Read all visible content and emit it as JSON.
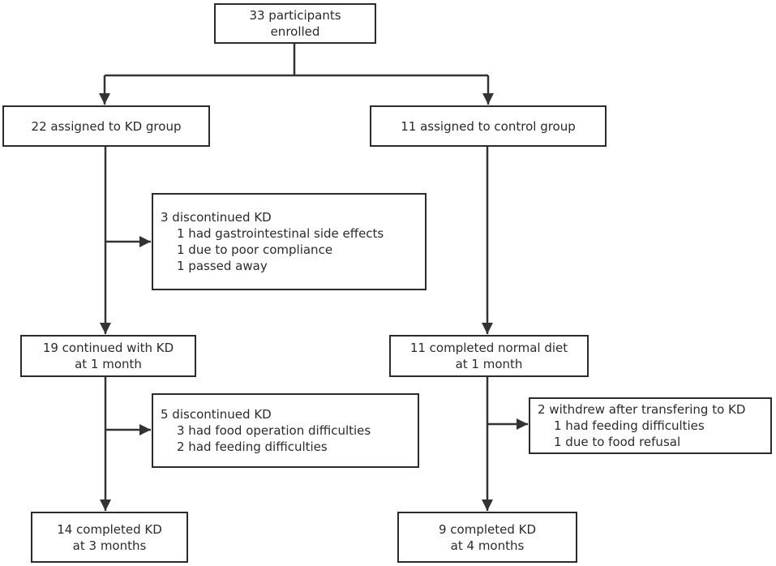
{
  "boxes": {
    "enrolled": [
      "33 participants",
      "enrolled"
    ],
    "kd_group": [
      "22 assigned to KD group"
    ],
    "control_group": [
      "11 assigned to control group"
    ],
    "exclusion_1": {
      "head": "3 discontinued KD",
      "items": [
        "1 had gastrointestinal side effects",
        "1 due to poor compliance",
        "1 passed away"
      ]
    },
    "kd_1month": [
      "19 continued with KD",
      "at 1 month"
    ],
    "control_1month": [
      "11 completed normal diet",
      "at 1 month"
    ],
    "exclusion_2": {
      "head": "5 discontinued KD",
      "items": [
        "3 had food operation difficulties",
        "2 had feeding difficulties"
      ]
    },
    "exclusion_3": {
      "head": "2 withdrew after transfering to KD",
      "items": [
        "1 had feeding difficulties",
        "1 due to food refusal"
      ]
    },
    "kd_3months": [
      "14 completed KD",
      "at 3 months"
    ],
    "control_4months": [
      "9 completed KD",
      "at 4 months"
    ]
  }
}
